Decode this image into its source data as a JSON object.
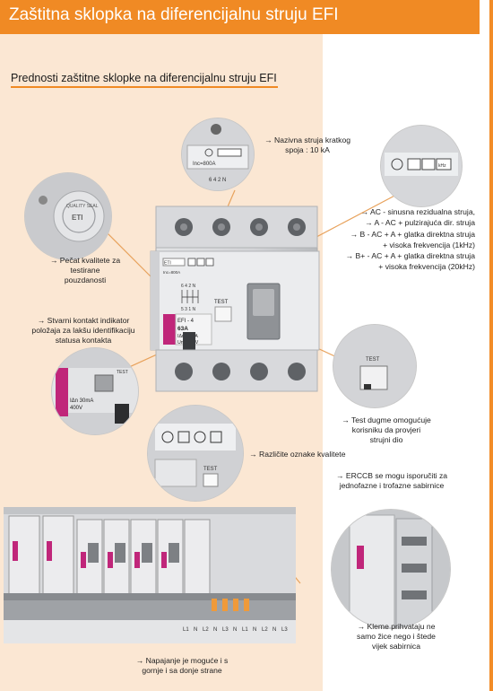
{
  "header": {
    "title": "Zaštitna sklopka na diferencijalnu struju EFI",
    "accent_color": "#f08a24",
    "panel_color": "#fbe7d3"
  },
  "section": {
    "heading": "Prednosti zaštitne sklopke na diferencijalnu struju EFI"
  },
  "device": {
    "brand": "ETI",
    "model": "EFI - 4",
    "rating": "63A",
    "sensitivity": "IΔn 30mA",
    "voltage": "Un ~400V",
    "test_label": "TEST",
    "short_circuit": "Inc=800A",
    "terminals_top": "6 4 2 N",
    "terminals_bottom": "5 3 1 N",
    "busbar_marks": [
      "L1",
      "N",
      "L2",
      "N",
      "L3",
      "N",
      "L1",
      "N",
      "L2",
      "N",
      "L3"
    ]
  },
  "callouts": [
    {
      "id": "short-circuit",
      "lines": [
        "→ Nazivna struja kratkog",
        "spoja : 10 kA"
      ]
    },
    {
      "id": "residual-types",
      "lines": [
        "→ AC - sinusna rezidualna struja,",
        "→ A - AC + pulzirajuća dir. struja",
        "→ B - AC + A + glatka direktna struja",
        "+ visoka frekvencija (1kHz)",
        "→ B+ - AC + A + glatka direktna struja",
        "+ visoka frekvencija (20kHz)"
      ]
    },
    {
      "id": "quality-seal",
      "lines": [
        "→ Pečat kvalitete za",
        "testirane",
        "pouzdanosti"
      ]
    },
    {
      "id": "contact-indicator",
      "lines": [
        "→ Stvarni kontakt indikator",
        "položaja za lakšu identifikaciju",
        "statusa kontakta"
      ]
    },
    {
      "id": "test-button",
      "lines": [
        "→ Test dugme omogućuje",
        "korisniku da provjeri",
        "strujni dio"
      ]
    },
    {
      "id": "quality-marks",
      "lines": [
        "→ Različite oznake kvalitete"
      ]
    },
    {
      "id": "busbar",
      "lines": [
        "→ ERCCB se mogu isporučiti za",
        "jednofazne i trofazne sabirnice"
      ]
    },
    {
      "id": "terminals",
      "lines": [
        "→ Kleme prihvataju ne",
        "samo žice nego i štede",
        "vijek sabirnica"
      ]
    },
    {
      "id": "supply",
      "lines": [
        "→ Napajanje je moguće i s",
        "gornje i sa donje strane"
      ]
    }
  ],
  "seal": {
    "text": "QUALITY SEAL",
    "mark": "ETI"
  }
}
